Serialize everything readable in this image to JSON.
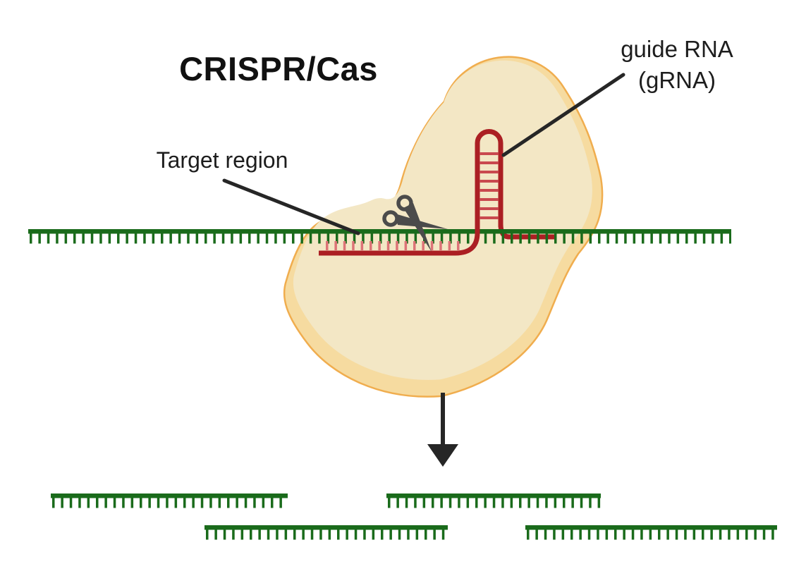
{
  "title": "CRISPR/Cas",
  "labels": {
    "guide_rna_line1": "guide RNA",
    "guide_rna_line2": "(gRNA)",
    "target_region": "Target region"
  },
  "icons": {
    "scissors": "scissors-icon",
    "arrow": "down-arrow-icon"
  },
  "colors": {
    "dna_green": "#1a6b1b",
    "grna_red": "#ab1f23",
    "grna_rung_red": "#c9494e",
    "grna_pair_salmon": "#dd7377",
    "protein_fill": "#f6dba0",
    "protein_inner": "#f3e7c5",
    "protein_outline": "#f0ad4e",
    "scissors_gray": "#4b4b4b",
    "ink": "#262626"
  }
}
